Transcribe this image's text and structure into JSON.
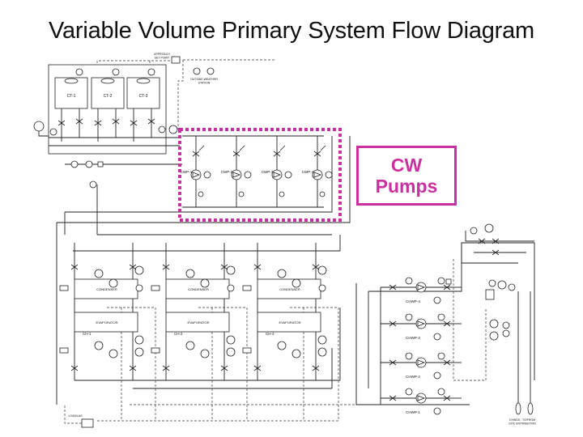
{
  "title": "Variable Volume Primary System Flow Diagram",
  "callout": {
    "text": "CW\nPumps"
  },
  "labels": {
    "approach_setpoint": "APPROACH\nSET POINT",
    "outside_weather": "OUTSIDE WEATHER\nSTATION",
    "cooling_towers": [
      "CT-1",
      "CT-2",
      "CT-3"
    ],
    "cw_pumps": [
      "CWP-1",
      "CWP-2",
      "CWP-3",
      "CWP-4"
    ],
    "chw_pumps": [
      "CHWP-4",
      "CHWP-3",
      "CHWP-2",
      "CHWP-1"
    ],
    "chillers": [
      "CH-1",
      "CH-2",
      "CH-3"
    ],
    "condenser": "CONDENSER",
    "evaporator": "EVAPORATOR",
    "load": "LOAD/LAS",
    "distribution": "CHWSS - TO/FROM\nSITE DISTRIBUTION"
  },
  "colors": {
    "accent": "#cc2f9f",
    "line": "#222222"
  }
}
